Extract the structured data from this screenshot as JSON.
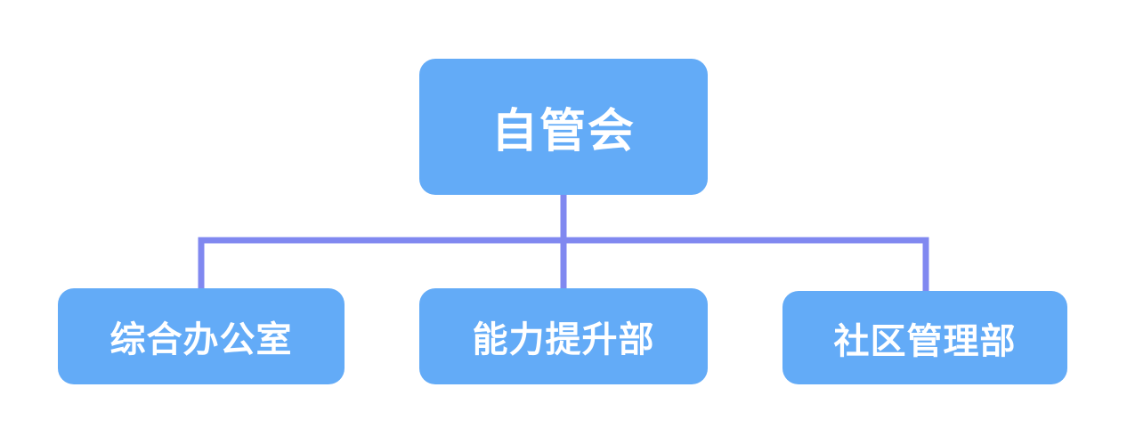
{
  "diagram": {
    "root": {
      "label": "自管会"
    },
    "children": [
      {
        "label": "综合办公室"
      },
      {
        "label": "能力提升部"
      },
      {
        "label": "社区管理部"
      }
    ]
  },
  "colors": {
    "node_fill": "#63abf7",
    "node_text": "#ffffff",
    "connector": "#8088f0"
  }
}
